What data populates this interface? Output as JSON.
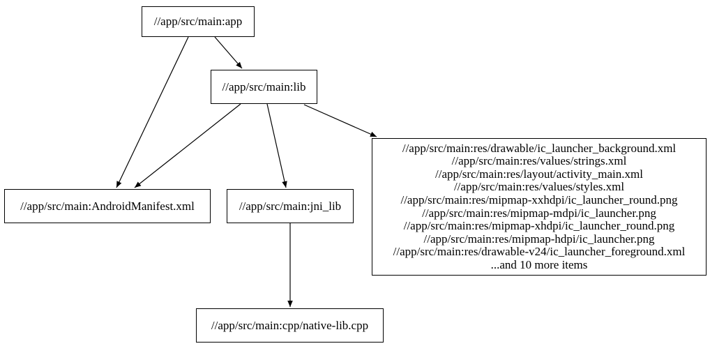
{
  "graph": {
    "background_color": "#ffffff",
    "edge_color": "#000000",
    "node_border_color": "#000000",
    "nodes": {
      "app": {
        "label": "//app/src/main:app"
      },
      "lib": {
        "label": "//app/src/main:lib"
      },
      "manifest": {
        "label": "//app/src/main:AndroidManifest.xml"
      },
      "jni_lib": {
        "label": "//app/src/main:jni_lib"
      },
      "native_lib": {
        "label": "//app/src/main:cpp/native-lib.cpp"
      },
      "res_group": {
        "lines": [
          "//app/src/main:res/drawable/ic_launcher_background.xml",
          "//app/src/main:res/values/strings.xml",
          "//app/src/main:res/layout/activity_main.xml",
          "//app/src/main:res/values/styles.xml",
          "//app/src/main:res/mipmap-xxhdpi/ic_launcher_round.png",
          "//app/src/main:res/mipmap-mdpi/ic_launcher.png",
          "//app/src/main:res/mipmap-xhdpi/ic_launcher_round.png",
          "//app/src/main:res/mipmap-hdpi/ic_launcher.png",
          "//app/src/main:res/drawable-v24/ic_launcher_foreground.xml",
          "...and 10 more items"
        ]
      }
    },
    "edges": [
      {
        "from": "app",
        "to": "lib"
      },
      {
        "from": "app",
        "to": "manifest"
      },
      {
        "from": "lib",
        "to": "manifest"
      },
      {
        "from": "lib",
        "to": "jni_lib"
      },
      {
        "from": "lib",
        "to": "res_group"
      },
      {
        "from": "jni_lib",
        "to": "native_lib"
      }
    ]
  }
}
